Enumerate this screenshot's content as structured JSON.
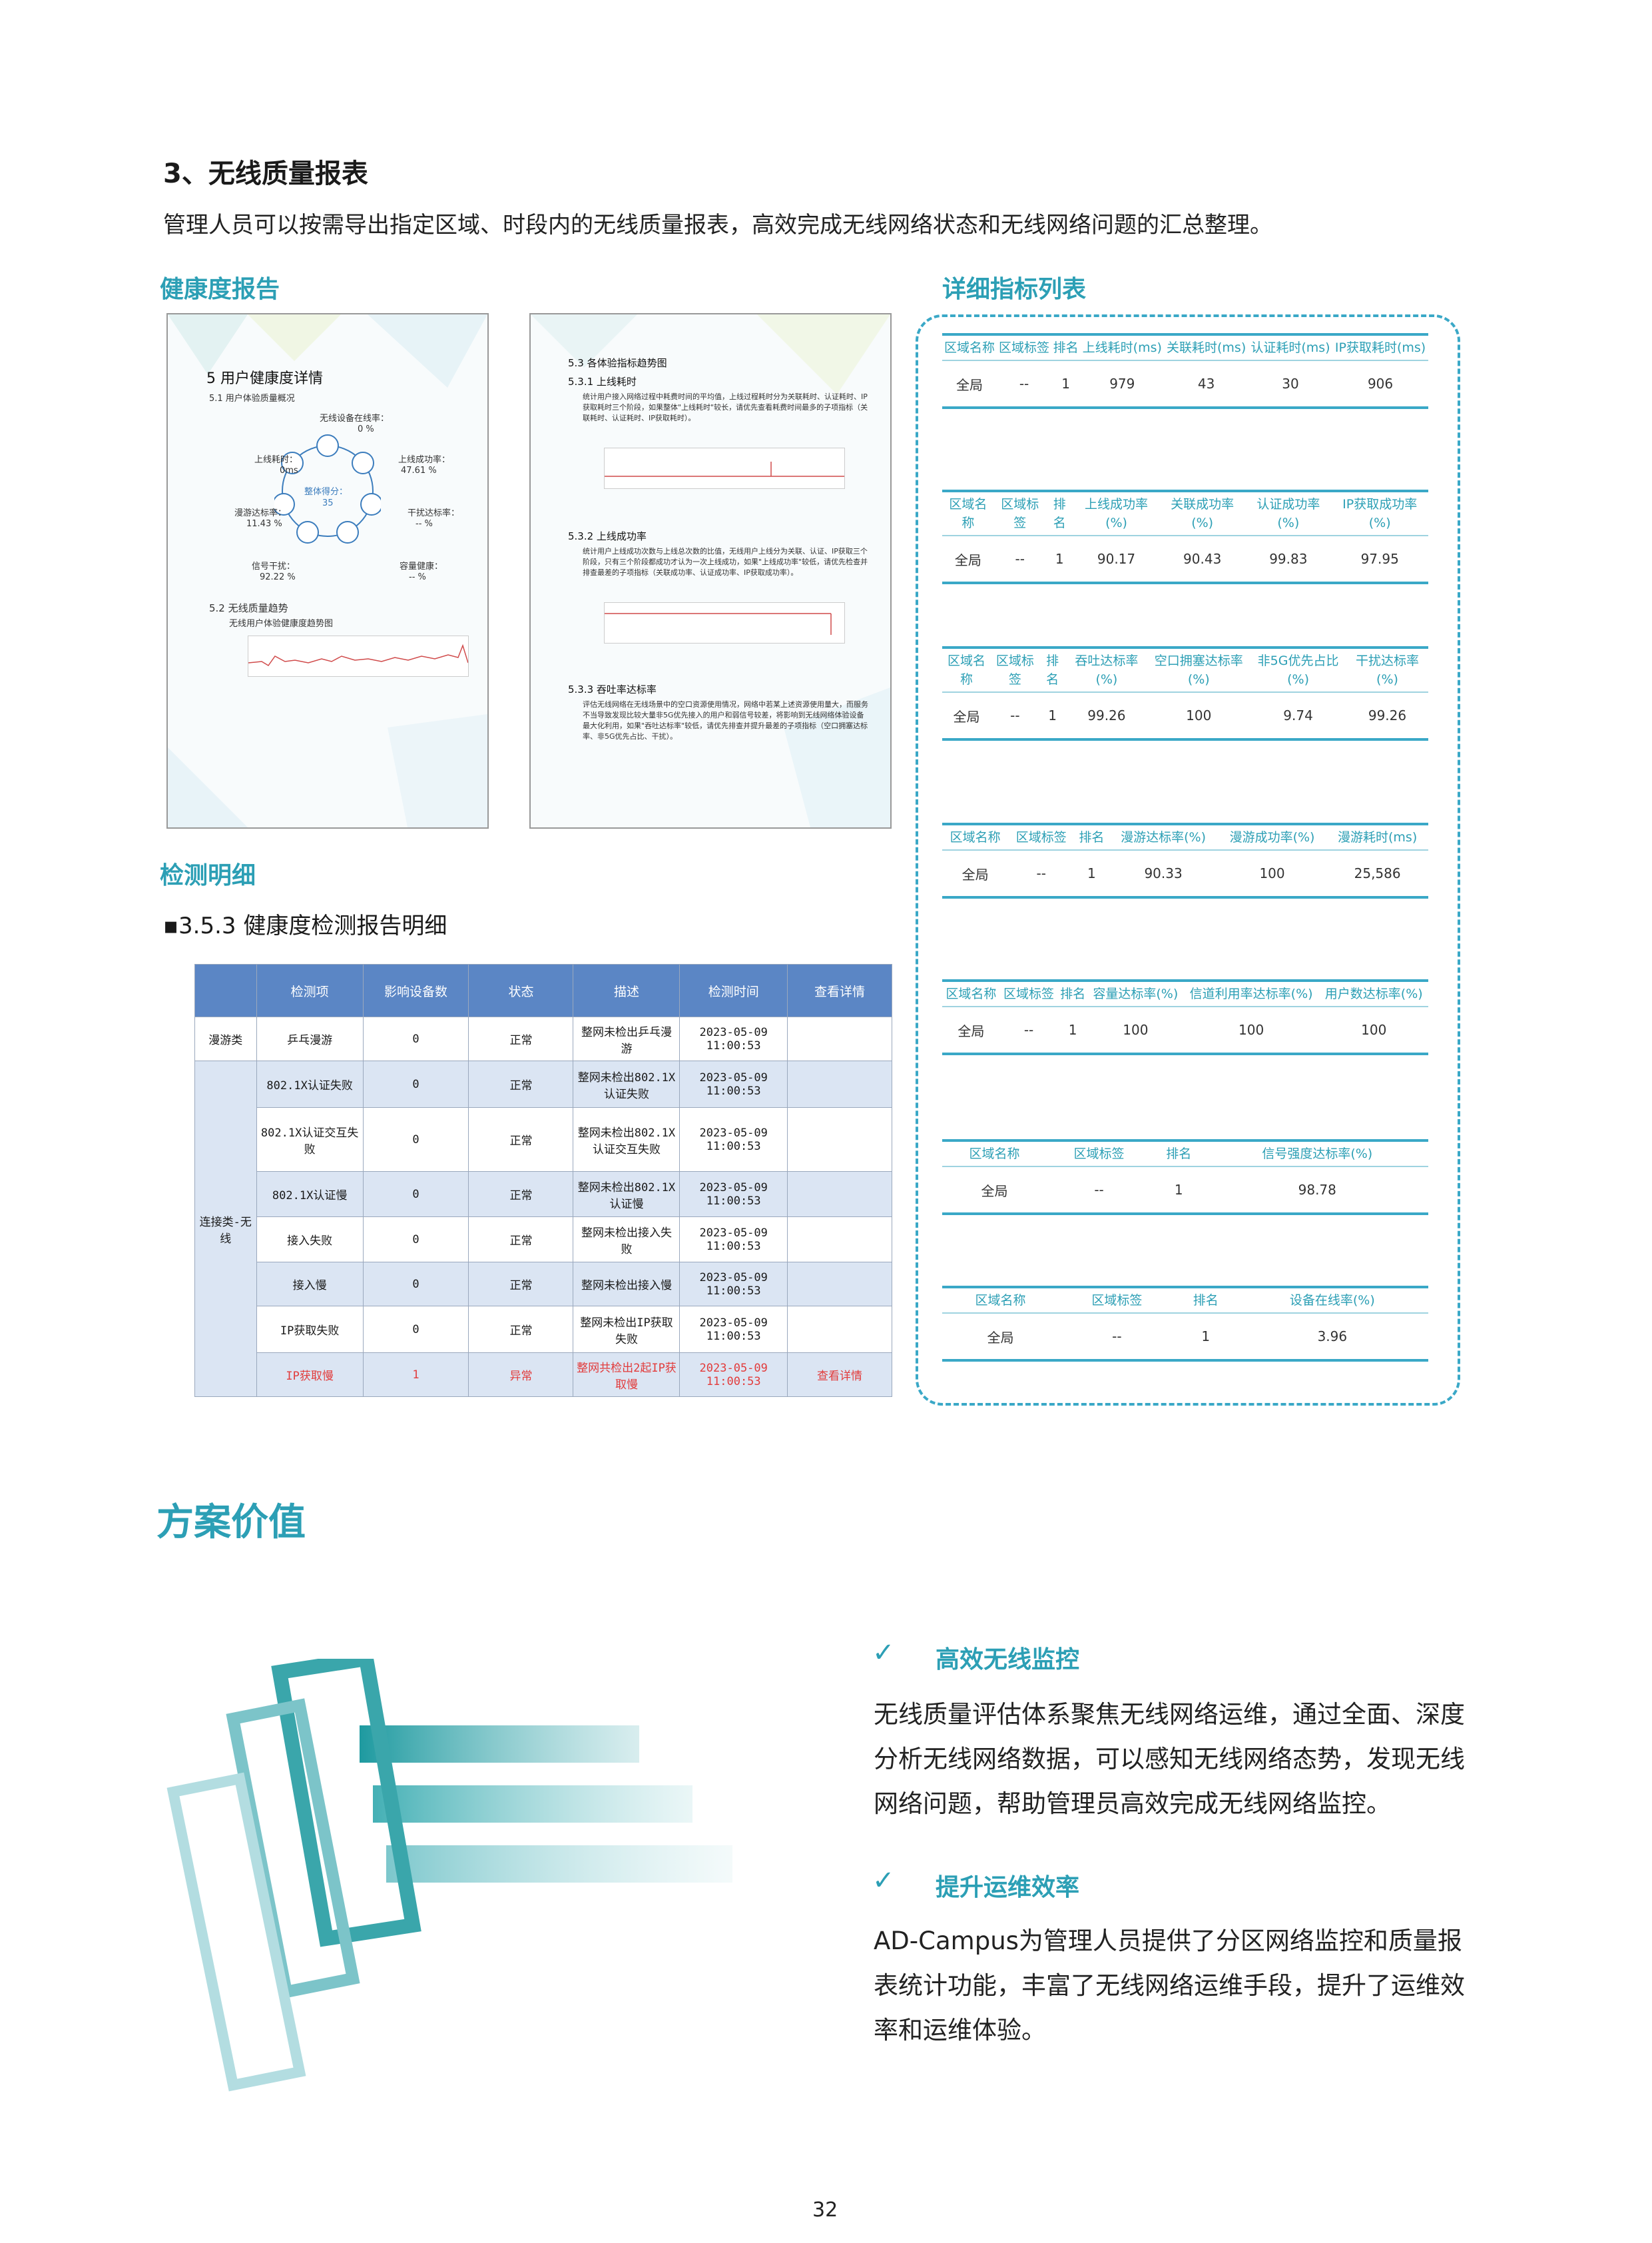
{
  "section": {
    "title": "3、无线质量报表",
    "desc": "管理人员可以按需导出指定区域、时段内的无线质量报表，高效完成无线网络状态和无线网络问题的汇总整理。"
  },
  "health_report": {
    "heading": "健康度报告",
    "left_page": {
      "h1": "5 用户健康度详情",
      "h2": "5.1 用户体验质量概况",
      "score_label": "整体得分：",
      "score_value": "35",
      "metrics": [
        {
          "label": "无线设备在线率：",
          "value": "0 %"
        },
        {
          "label": "上线成功率：",
          "value": "47.61 %"
        },
        {
          "label": "干扰达标率：",
          "value": "-- %"
        },
        {
          "label": "容量健康：",
          "value": "-- %"
        },
        {
          "label": "信号干扰：",
          "value": "92.22 %"
        },
        {
          "label": "漫游达标率：",
          "value": "11.43 %"
        },
        {
          "label": "上线耗时：",
          "value": "0ms"
        }
      ],
      "h3": "5.2 无线质量趋势",
      "h3_sub": "无线用户体验健康度趋势图"
    },
    "right_page": {
      "h1": "5.3 各体验指标趋势图",
      "s1": "5.3.1 上线耗时",
      "t1": "统计用户接入网络过程中耗费时间的平均值，上线过程耗时分为关联耗时、认证耗时、IP获取耗时三个阶段，如果整体\"上线耗时\"较长，请优先查看耗费时间最多的子项指标（关联耗时、认证耗时、IP获取耗时）。",
      "s2": "5.3.2 上线成功率",
      "t2": "统计用户上线成功次数与上线总次数的比值，无线用户上线分为关联、认证、IP获取三个阶段，只有三个阶段都成功才认为一次上线成功，如果\"上线成功率\"较低，请优先检查并排查最差的子项指标（关联成功率、认证成功率、IP获取成功率）。",
      "s3": "5.3.3 吞吐率达标率",
      "t3": "评估无线网络在无线场景中的空口资源使用情况，网络中若某上述资源使用量大，而服务不当导致发现比较大量非5G优先接入的用户和弱信号较差，将影响到无线网络体验设备最大化利用，如果\"吞吐达标率\"较低，请优先排查并提升最差的子项指标（空口拥塞达标率、非5G优先占比、干扰）。"
    }
  },
  "detection": {
    "heading": "检测明细",
    "subtitle": "▪3.5.3  健康度检测报告明细",
    "columns": [
      "检测项",
      "影响设备数",
      "状态",
      "描述",
      "检测时间",
      "查看详情"
    ],
    "categories": {
      "roam": "漫游类",
      "connect": "连接类-无线"
    },
    "rows": [
      {
        "item": "乒乓漫游",
        "count": "0",
        "status": "正常",
        "desc": "整网未检出乒乓漫游",
        "time": "2023-05-09 11:00:53",
        "detail": ""
      },
      {
        "item": "802.1X认证失败",
        "count": "0",
        "status": "正常",
        "desc": "整网未检出802.1X认证失败",
        "time": "2023-05-09 11:00:53",
        "detail": ""
      },
      {
        "item": "802.1X认证交互失败",
        "count": "0",
        "status": "正常",
        "desc": "整网未检出802.1X认证交互失败",
        "time": "2023-05-09 11:00:53",
        "detail": ""
      },
      {
        "item": "802.1X认证慢",
        "count": "0",
        "status": "正常",
        "desc": "整网未检出802.1X认证慢",
        "time": "2023-05-09 11:00:53",
        "detail": ""
      },
      {
        "item": "接入失败",
        "count": "0",
        "status": "正常",
        "desc": "整网未检出接入失败",
        "time": "2023-05-09 11:00:53",
        "detail": ""
      },
      {
        "item": "接入慢",
        "count": "0",
        "status": "正常",
        "desc": "整网未检出接入慢",
        "time": "2023-05-09 11:00:53",
        "detail": ""
      },
      {
        "item": "IP获取失败",
        "count": "0",
        "status": "正常",
        "desc": "整网未检出IP获取失败",
        "time": "2023-05-09 11:00:53",
        "detail": ""
      },
      {
        "item": "IP获取慢",
        "count": "1",
        "status": "异常",
        "desc": "整网共检出2起IP获取慢",
        "time": "2023-05-09 11:00:53",
        "detail": "查看详情"
      }
    ]
  },
  "metrics_list": {
    "heading": "详细指标列表",
    "tables": [
      {
        "headers": [
          "区域名称",
          "区域标签",
          "排名",
          "上线耗时(ms)",
          "关联耗时(ms)",
          "认证耗时(ms)",
          "IP获取耗时(ms)"
        ],
        "row": [
          "全局",
          "--",
          "1",
          "979",
          "43",
          "30",
          "906"
        ]
      },
      {
        "headers": [
          "区域名称",
          "区域标签",
          "排名",
          "上线成功率(%)",
          "关联成功率(%)",
          "认证成功率(%)",
          "IP获取成功率(%)"
        ],
        "row": [
          "全局",
          "--",
          "1",
          "90.17",
          "90.43",
          "99.83",
          "97.95"
        ]
      },
      {
        "headers": [
          "区域名称",
          "区域标签",
          "排名",
          "吞吐达标率(%)",
          "空口拥塞达标率(%)",
          "非5G优先占比(%)",
          "干扰达标率(%)"
        ],
        "row": [
          "全局",
          "--",
          "1",
          "99.26",
          "100",
          "9.74",
          "99.26"
        ]
      },
      {
        "headers": [
          "区域名称",
          "区域标签",
          "排名",
          "漫游达标率(%)",
          "漫游成功率(%)",
          "漫游耗时(ms)"
        ],
        "row": [
          "全局",
          "--",
          "1",
          "90.33",
          "100",
          "25,586"
        ]
      },
      {
        "headers": [
          "区域名称",
          "区域标签",
          "排名",
          "容量达标率(%)",
          "信道利用率达标率(%)",
          "用户数达标率(%)"
        ],
        "row": [
          "全局",
          "--",
          "1",
          "100",
          "100",
          "100"
        ]
      },
      {
        "headers": [
          "区域名称",
          "区域标签",
          "排名",
          "信号强度达标率(%)"
        ],
        "row": [
          "全局",
          "--",
          "1",
          "98.78"
        ]
      },
      {
        "headers": [
          "区域名称",
          "区域标签",
          "排名",
          "设备在线率(%)"
        ],
        "row": [
          "全局",
          "--",
          "1",
          "3.96"
        ]
      }
    ]
  },
  "value": {
    "title": "方案价值",
    "items": [
      {
        "heading": "高效无线监控",
        "text": "无线质量评估体系聚焦无线网络运维，通过全面、深度分析无线网络数据，可以感知无线网络态势，发现无线网络问题，帮助管理员高效完成无线网络监控。"
      },
      {
        "heading": "提升运维效率",
        "text": "AD-Campus为管理人员提供了分区网络监控和质量报表统计功能，丰富了无线网络运维手段，提升了运维效率和运维体验。"
      }
    ]
  },
  "page_number": "32",
  "colors": {
    "accent": "#2c9fb5",
    "table_header": "#5b86c5",
    "table_shade": "#dbe5f3",
    "error": "#e23b3b"
  }
}
